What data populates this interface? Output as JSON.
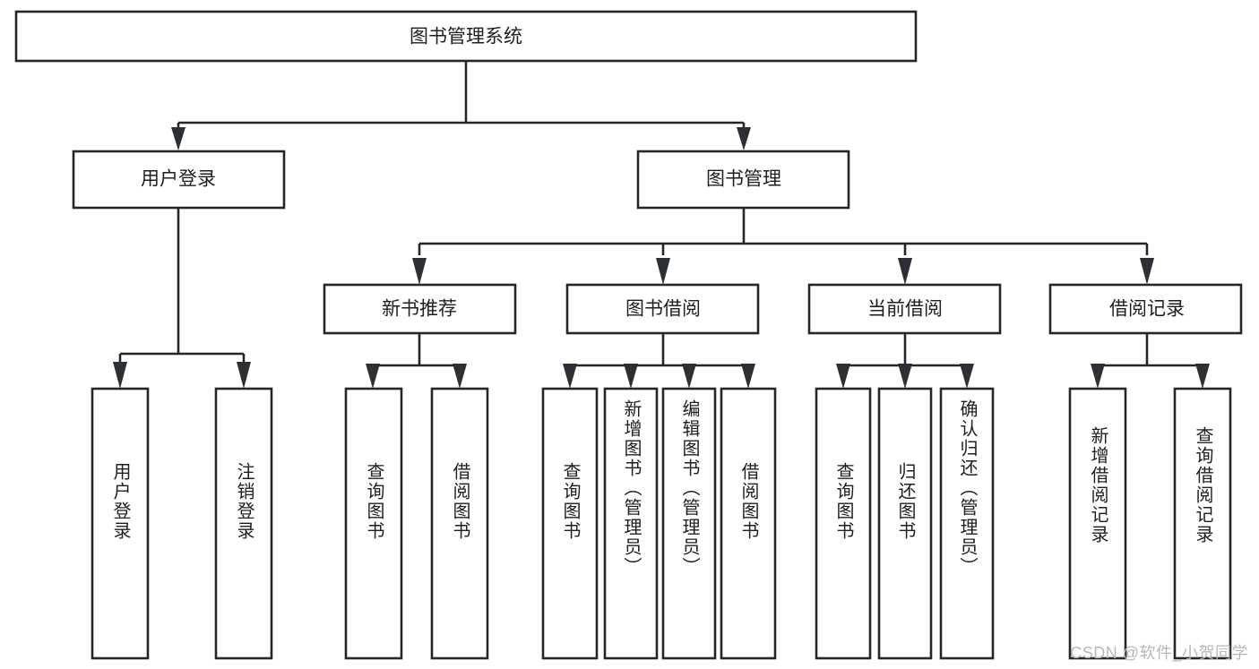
{
  "diagram": {
    "type": "tree-hierarchy",
    "title": "图书管理系统",
    "watermark": "CSDN @软件_小贺同学",
    "colors": {
      "stroke": "#23272b",
      "fill": "#ffffff",
      "text": "#1d1f22",
      "watermark": "#b6b8ba",
      "background": "#ffffff"
    },
    "levels": {
      "root": {
        "label": "图书管理系统"
      },
      "level2": [
        {
          "label": "用户登录"
        },
        {
          "label": "图书管理"
        }
      ],
      "level3": [
        {
          "label": "新书推荐"
        },
        {
          "label": "图书借阅"
        },
        {
          "label": "当前借阅"
        },
        {
          "label": "借阅记录"
        }
      ]
    },
    "nodes": {
      "root": "图书管理系统",
      "user_login": "用户登录",
      "book_manage": "图书管理",
      "new_book_recommend": "新书推荐",
      "book_borrow": "图书借阅",
      "current_borrow": "当前借阅",
      "borrow_record": "借阅记录",
      "leaf_01": "用户登录",
      "leaf_02": "注销登录",
      "leaf_03": "查询图书",
      "leaf_04": "借阅图书",
      "leaf_05": "查询图书",
      "leaf_06": "新增图书（管理员）",
      "leaf_07": "编辑图书（管理员）",
      "leaf_08": "借阅图书",
      "leaf_09": "查询图书",
      "leaf_10": "归还图书",
      "leaf_11": "确认归还（管理员）",
      "leaf_12": "新增借阅记录",
      "leaf_13": "查询借阅记录"
    },
    "edges": [
      {
        "from": "root",
        "to": "用户登录"
      },
      {
        "from": "root",
        "to": "图书管理"
      },
      {
        "from": "用户登录",
        "to": "用户登录(叶)"
      },
      {
        "from": "用户登录",
        "to": "注销登录"
      },
      {
        "from": "图书管理",
        "to": "新书推荐"
      },
      {
        "from": "图书管理",
        "to": "图书借阅"
      },
      {
        "from": "图书管理",
        "to": "当前借阅"
      },
      {
        "from": "图书管理",
        "to": "借阅记录"
      },
      {
        "from": "新书推荐",
        "to": "查询图书"
      },
      {
        "from": "新书推荐",
        "to": "借阅图书"
      },
      {
        "from": "图书借阅",
        "to": "查询图书"
      },
      {
        "from": "图书借阅",
        "to": "新增图书（管理员）"
      },
      {
        "from": "图书借阅",
        "to": "编辑图书（管理员）"
      },
      {
        "from": "图书借阅",
        "to": "借阅图书"
      },
      {
        "from": "当前借阅",
        "to": "查询图书"
      },
      {
        "from": "当前借阅",
        "to": "归还图书"
      },
      {
        "from": "当前借阅",
        "to": "确认归还（管理员）"
      },
      {
        "from": "借阅记录",
        "to": "新增借阅记录"
      },
      {
        "from": "借阅记录",
        "to": "查询借阅记录"
      }
    ]
  }
}
